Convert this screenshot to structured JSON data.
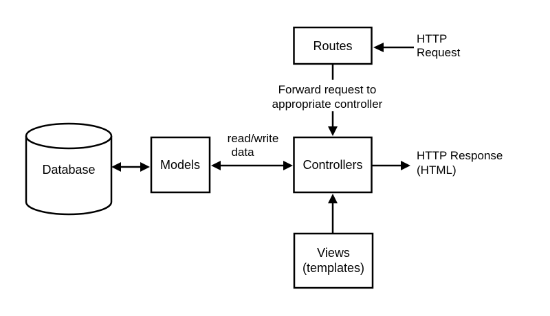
{
  "diagram": {
    "description": "MVC web framework request flow diagram",
    "colors": {
      "background": "#ffffff",
      "line": "#000000",
      "text": "#000000",
      "node_fill": "#ffffff"
    },
    "nodes": {
      "routes": {
        "label": "Routes",
        "shape": "rectangle"
      },
      "controllers": {
        "label": "Controllers",
        "shape": "rectangle"
      },
      "models": {
        "label": "Models",
        "shape": "rectangle"
      },
      "views": {
        "label_line1": "Views",
        "label_line2": "(templates)",
        "shape": "rectangle"
      },
      "database": {
        "label": "Database",
        "shape": "cylinder"
      }
    },
    "edges": {
      "http_request": {
        "label_line1": "HTTP",
        "label_line2": "Request",
        "to": "routes",
        "direction": "one-way"
      },
      "routes_to_controllers": {
        "label_line1": "Forward request to",
        "label_line2": "appropriate controller",
        "from": "routes",
        "to": "controllers",
        "direction": "one-way"
      },
      "database_models": {
        "from": "database",
        "to": "models",
        "direction": "two-way"
      },
      "models_controllers": {
        "label_line1": "read/write",
        "label_line2": "data",
        "from": "models",
        "to": "controllers",
        "direction": "two-way"
      },
      "http_response": {
        "label_line1": "HTTP Response",
        "label_line2": "(HTML)",
        "from": "controllers",
        "direction": "one-way"
      },
      "views_to_controllers": {
        "from": "views",
        "to": "controllers",
        "direction": "one-way"
      }
    }
  }
}
